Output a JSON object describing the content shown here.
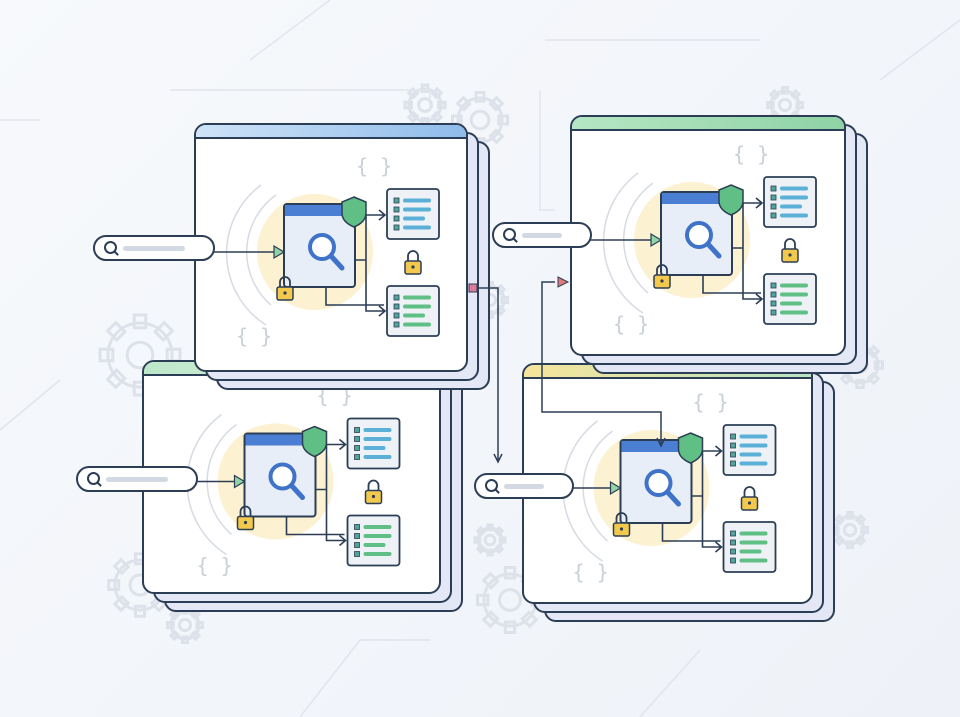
{
  "colors": {
    "outline": "#2c3e55",
    "window_header": "#4a7fd4",
    "search_glass": "#3f72c9",
    "shield": "#5fbf85",
    "lock": "#f2c94c",
    "doc_lines_blue": "#5ab0d6",
    "doc_lines_green": "#5fbf85",
    "glow": "#fbeec4",
    "error_marker": "#e07a9a"
  },
  "decor": {
    "brace_glyph": "{ }"
  },
  "panels": [
    {
      "name": "panel-top-left",
      "header_color": "linear-gradient(90deg,#cfe4f7,#8fbbea)"
    },
    {
      "name": "panel-bottom-left",
      "header_color": "linear-gradient(90deg,#bde7c9,#e8f5ec)"
    },
    {
      "name": "panel-top-right",
      "header_color": "linear-gradient(90deg,#b6e6c4,#8fd3a6)"
    },
    {
      "name": "panel-bottom-right",
      "header_color": "linear-gradient(90deg,#f6e49a,#b9e3c3)"
    }
  ],
  "icons": [
    "search-icon",
    "magnifier-icon",
    "shield-icon",
    "lock-icon",
    "document-list-icon",
    "gear-icon",
    "arrow-icon"
  ]
}
